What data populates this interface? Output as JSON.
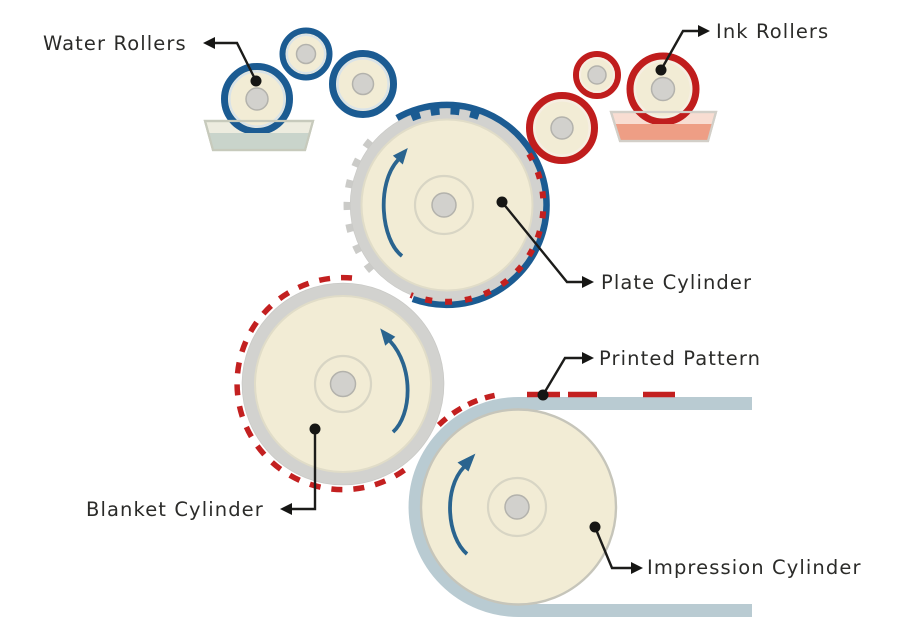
{
  "diagram": {
    "subject": "offset printing press schematic",
    "labels": {
      "water_rollers": "Water Rollers",
      "ink_rollers": "Ink Rollers",
      "plate_cylinder": "Plate Cylinder",
      "blanket_cylinder": "Blanket Cylinder",
      "printed_pattern": "Printed Pattern",
      "impression_cylinder": "Impression Cylinder"
    },
    "colors": {
      "water_roller_blue": "#1b5b92",
      "ink_roller_red": "#c01d1d",
      "pattern_dash_red": "#c32020",
      "cylinder_cream": "#f2ecd5",
      "ring_gray": "#d2d2cf",
      "paper_web_blue_gray": "#b9cbd2",
      "water_tray_fill": "#c9d4cb",
      "ink_tray_fill": "#ee9e85",
      "rotation_arrow_blue": "#2a648f",
      "callout_black": "#1c1c1a",
      "background": "#ffffff"
    }
  }
}
